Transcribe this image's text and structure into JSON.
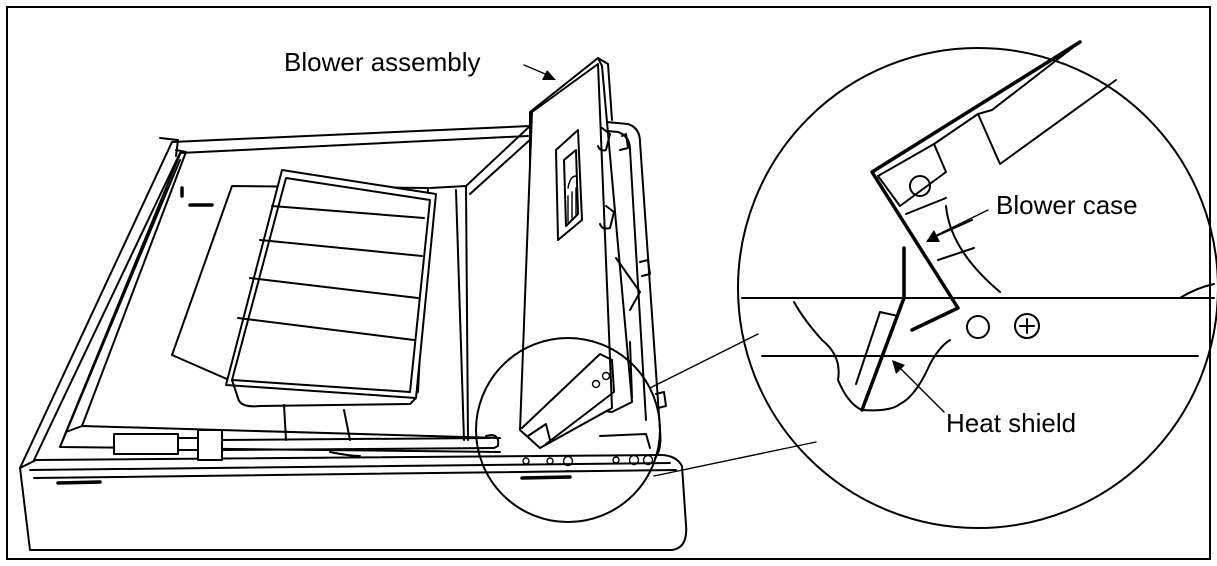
{
  "labels": {
    "blower_assembly": "Blower assembly",
    "blower_case": "Blower case",
    "heat_shield": "Heat shield"
  },
  "colors": {
    "line": "#000000",
    "background": "#ffffff"
  }
}
